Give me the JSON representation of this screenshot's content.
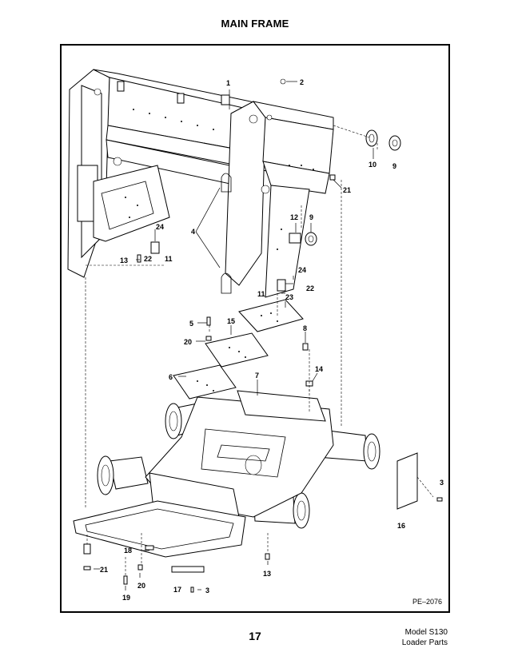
{
  "page": {
    "title": "MAIN FRAME",
    "drawing_ref": "PE–2076",
    "page_number": "17",
    "model": "Model S130",
    "section": "Loader Parts"
  },
  "callouts": [
    {
      "id": "c1",
      "label": "1"
    },
    {
      "id": "c2",
      "label": "2"
    },
    {
      "id": "c10",
      "label": "10"
    },
    {
      "id": "c9a",
      "label": "9"
    },
    {
      "id": "c21a",
      "label": "21"
    },
    {
      "id": "c12",
      "label": "12"
    },
    {
      "id": "c9b",
      "label": "9"
    },
    {
      "id": "c4",
      "label": "4"
    },
    {
      "id": "c24a",
      "label": "24"
    },
    {
      "id": "c22a",
      "label": "22"
    },
    {
      "id": "c11a",
      "label": "11"
    },
    {
      "id": "c13a",
      "label": "13"
    },
    {
      "id": "c24b",
      "label": "24"
    },
    {
      "id": "c11b",
      "label": "11"
    },
    {
      "id": "c22b",
      "label": "22"
    },
    {
      "id": "c23",
      "label": "23"
    },
    {
      "id": "c5",
      "label": "5"
    },
    {
      "id": "c15",
      "label": "15"
    },
    {
      "id": "c8",
      "label": "8"
    },
    {
      "id": "c20a",
      "label": "20"
    },
    {
      "id": "c6",
      "label": "6"
    },
    {
      "id": "c7",
      "label": "7"
    },
    {
      "id": "c14",
      "label": "14"
    },
    {
      "id": "c3a",
      "label": "3"
    },
    {
      "id": "c16",
      "label": "16"
    },
    {
      "id": "c18",
      "label": "18"
    },
    {
      "id": "c21b",
      "label": "21"
    },
    {
      "id": "c13b",
      "label": "13"
    },
    {
      "id": "c20b",
      "label": "20"
    },
    {
      "id": "c17",
      "label": "17"
    },
    {
      "id": "c3b",
      "label": "3"
    },
    {
      "id": "c19",
      "label": "19"
    }
  ]
}
